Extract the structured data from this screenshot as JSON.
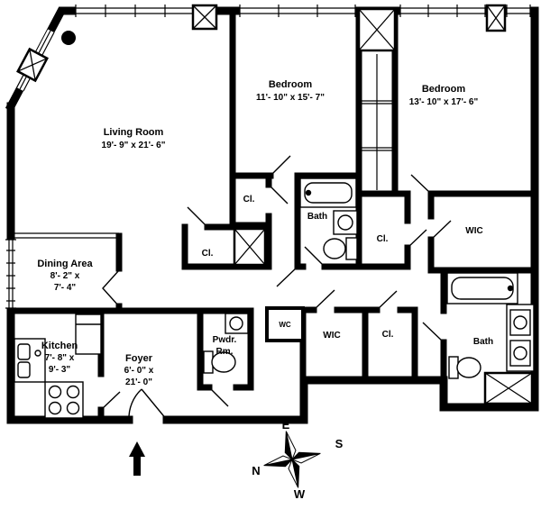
{
  "plan": {
    "living": {
      "name": "Living Room",
      "dims": "19'- 9\" x 21'- 6\""
    },
    "bedroom1": {
      "name": "Bedroom",
      "dims": "11'- 10\" x 15'- 7\""
    },
    "bedroom2": {
      "name": "Bedroom",
      "dims": "13'- 10\" x 17'- 6\""
    },
    "dining": {
      "name": "Dining Area",
      "dims_line1": "8'- 2\" x",
      "dims_line2": "7'- 4\""
    },
    "kitchen": {
      "name": "Kitchen",
      "dims_line1": "7'- 8\" x",
      "dims_line2": "9'- 3\""
    },
    "foyer": {
      "name": "Foyer",
      "dims_line1": "6'- 0\" x",
      "dims_line2": "21'- 0\""
    },
    "powder": {
      "name_line1": "Pwdr.",
      "name_line2": "Rm."
    },
    "bath_upper": {
      "name": "Bath"
    },
    "bath_lower": {
      "name": "Bath"
    },
    "wic_upper": {
      "name": "WIC"
    },
    "wic_lower": {
      "name": "WIC"
    },
    "wc": {
      "name": "WC"
    },
    "closet_a": {
      "name": "Cl."
    },
    "closet_b": {
      "name": "Cl."
    },
    "closet_c": {
      "name": "Cl."
    },
    "closet_d": {
      "name": "Cl."
    }
  },
  "compass": {
    "east": "E",
    "south": "S",
    "north": "N",
    "west": "W"
  },
  "colors": {
    "wall": "#000000",
    "background": "#ffffff"
  }
}
